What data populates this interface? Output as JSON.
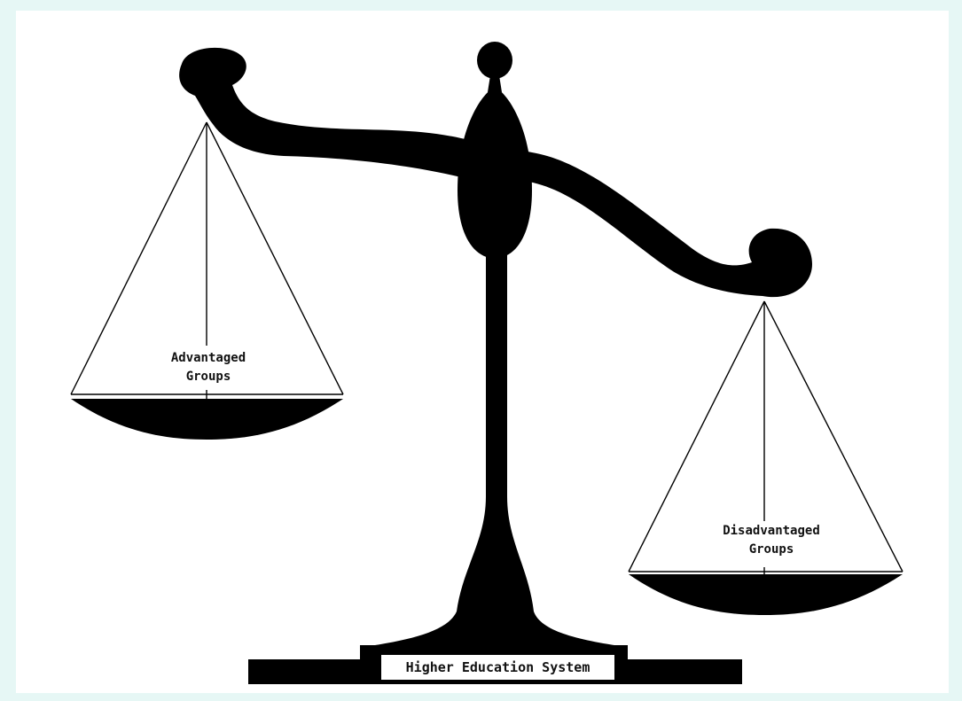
{
  "diagram": {
    "left_pan_label_line1": "Advantaged",
    "left_pan_label_line2": "Groups",
    "right_pan_label_line1": "Disadvantaged",
    "right_pan_label_line2": "Groups",
    "base_label": "Higher Education System"
  },
  "colors": {
    "background": "#e6f7f5",
    "canvas": "#ffffff",
    "ink": "#000000"
  }
}
